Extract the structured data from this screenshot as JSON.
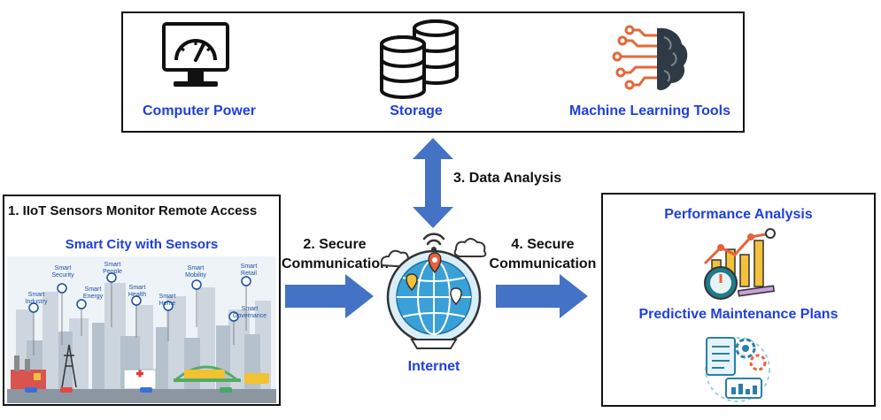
{
  "top_box": {
    "items": [
      {
        "label": "Computer Power",
        "icon": "gauge-monitor-icon"
      },
      {
        "label": "Storage",
        "icon": "database-icon"
      },
      {
        "label": "Machine Learning Tools",
        "icon": "brain-circuit-icon"
      }
    ]
  },
  "step3": {
    "label": "3. Data Analysis"
  },
  "left_box": {
    "title": "1. IIoT Sensors Monitor Remote Access",
    "subtitle": "Smart City with Sensors",
    "city_labels": [
      "Smart Industry",
      "Smart Security",
      "Smart People",
      "Smart Energy",
      "Smart Health",
      "Smart Home",
      "Smart Mobility",
      "Smart Governance",
      "Smart Retail"
    ]
  },
  "step2": {
    "line1": "2. Secure",
    "line2": "Communication"
  },
  "internet": {
    "label": "Internet",
    "icon": "globe-cloud-icon"
  },
  "step4": {
    "line1": "4. Secure",
    "line2": "Communication"
  },
  "right_box": {
    "item1": "Performance Analysis",
    "item2": "Predictive Maintenance Plans",
    "icons": [
      "analytics-chart-icon",
      "maintenance-plan-icon"
    ]
  },
  "colors": {
    "label_blue": "#1f3fe0",
    "arrow_blue": "#4472c4"
  }
}
